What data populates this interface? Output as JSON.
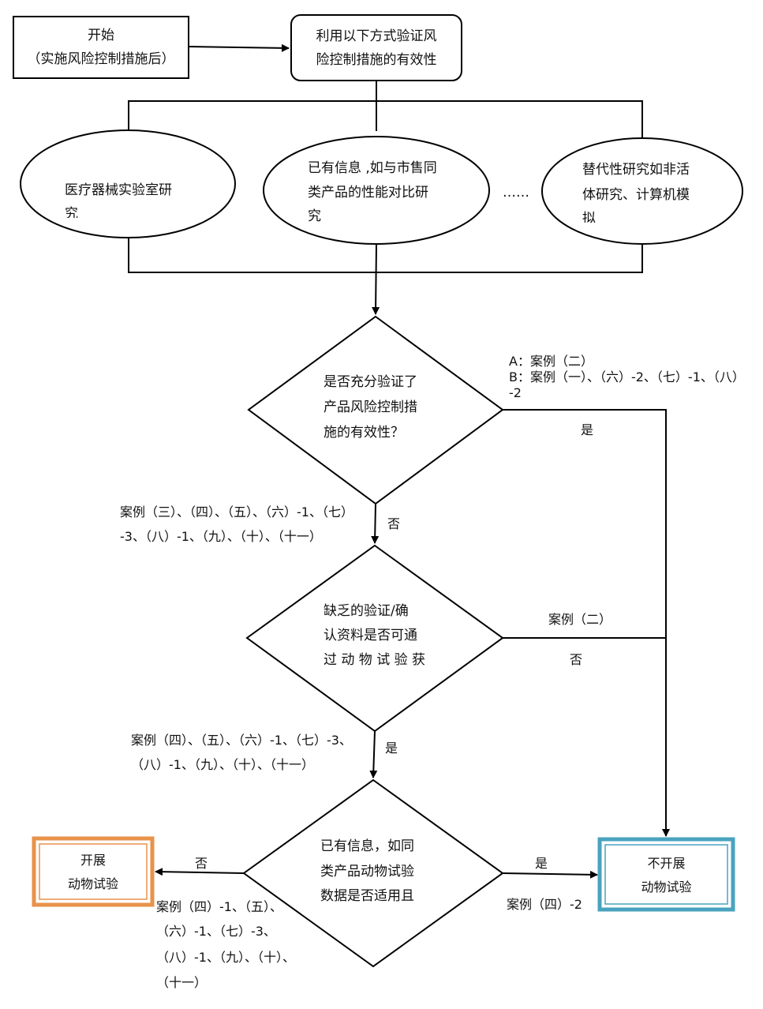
{
  "start": {
    "line1": "开始",
    "line2": "（实施风险控制措施后）"
  },
  "verify": {
    "line1": "利用以下方式验证风",
    "line2": "险控制措施的有效性"
  },
  "methods": {
    "lab": {
      "line1": "医疗器械实验室研",
      "line2": "究"
    },
    "existing": {
      "line1": "已有信息 ,如与市售同",
      "line2": "类产品的性能对比研",
      "line3": "究"
    },
    "ellipsis": "……",
    "alternative": {
      "line1": "替代性研究如非活",
      "line2": "体研究、计算机模",
      "line3": "拟"
    }
  },
  "decision1": {
    "line1": "是否充分验证了",
    "line2": "产品风险控制措",
    "line3": "施的有效性？",
    "yes_label": "是",
    "no_label": "否",
    "yes_cases": {
      "line1": "A：案例（二）",
      "line2": "B：案例（一）、（六）-2、（七）-1、（八）",
      "line3": "-2"
    },
    "no_cases": {
      "line1": "案例（三）、（四）、（五）、（六）-1、（七）",
      "line2": "-3、（八）-1、（九）、（十）、（十一）"
    }
  },
  "decision2": {
    "line1": "缺乏的验证/确",
    "line2": "认资料是否可通",
    "line3": "过 动 物 试 验 获",
    "no_label": "否",
    "yes_label": "是",
    "no_cases": "案例（二）",
    "yes_cases": {
      "line1": "案例（四）、（五）、（六）-1、（七）-3、",
      "line2": "（八）-1、（九）、（十）、（十一）"
    }
  },
  "decision3": {
    "line1": "已有信息，如同",
    "line2": "类产品动物试验",
    "line3": "数据是否适用且",
    "no_label": "否",
    "yes_label": "是",
    "no_cases": {
      "line1": "案例（四）-1、（五）、",
      "line2": "（六）-1、（七）-3、",
      "line3": "（八）-1、（九）、（十）、",
      "line4": "（十一）"
    },
    "yes_cases": "案例（四）-2"
  },
  "outcomes": {
    "conduct": {
      "line1": "开展",
      "line2": "动物试验",
      "color": "#E8924A"
    },
    "not_conduct": {
      "line1": "不开展",
      "line2": "动物试验",
      "color": "#4AA3BE"
    }
  }
}
